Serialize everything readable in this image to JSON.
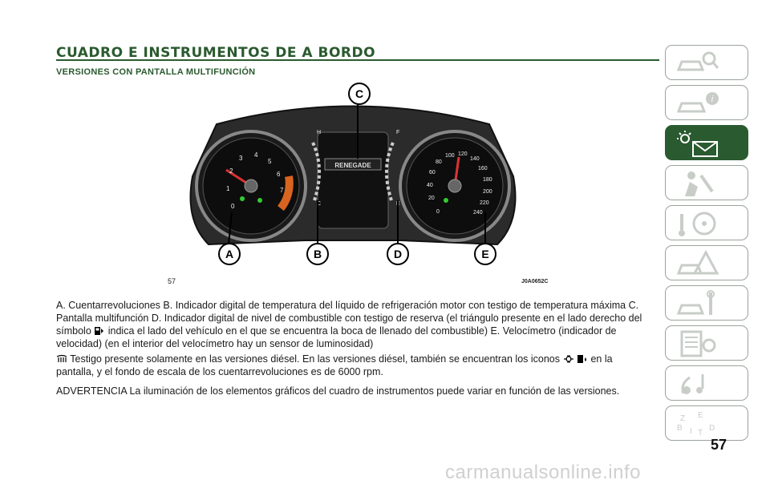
{
  "header": {
    "title": "CUADRO E INSTRUMENTOS DE A BORDO",
    "subtitle": "VERSIONES CON PANTALLA MULTIFUNCIÓN"
  },
  "figure": {
    "number": "57",
    "code": "J0A0652C",
    "callouts": [
      "A",
      "B",
      "C",
      "D",
      "E"
    ],
    "tach_labels": [
      "0",
      "1",
      "2",
      "3",
      "4",
      "5",
      "6",
      "7"
    ],
    "speed_labels": [
      "0",
      "20",
      "40",
      "60",
      "80",
      "100",
      "120",
      "140",
      "160",
      "180",
      "200",
      "220",
      "240"
    ],
    "display_text": "RENEGADE",
    "temp_h": "H",
    "temp_c": "C",
    "fuel_f": "F",
    "fuel_e": "E"
  },
  "body": {
    "p1_part1": "A. Cuentarrevoluciones B. Indicador digital de temperatura del líquido de refrigeración motor con testigo de temperatura máxima C. Pantalla multifunción D. Indicador digital de nivel de combustible con testigo de reserva (el triángulo presente en el lado derecho del símbolo",
    "p1_part2": "indica el lado del vehículo en el que se encuentra la boca de llenado del combustible) E. Velocímetro (indicador de velocidad) (en el interior del velocímetro hay un sensor de luminosidad)",
    "p2_part1": "Testigo presente solamente en las versiones diésel. En las versiones diésel, también se encuentran los iconos",
    "p2_part2": "en la pantalla, y el fondo de escala de los cuentarrevoluciones es de 6000 rpm.",
    "p3": "ADVERTENCIA La iluminación de los elementos gráficos del cuadro de instrumentos puede variar en función de las versiones."
  },
  "page_number": "57",
  "watermark": "carmanualsonline.info",
  "colors": {
    "accent": "#2a5a2f",
    "tab_border": "#9aa39a"
  },
  "sidebar_icons": [
    "car-search-icon",
    "car-info-icon",
    "warning-light-message-icon",
    "airbag-seat-icon",
    "steering-key-icon",
    "car-crash-icon",
    "car-service-icon",
    "settings-list-icon",
    "multimedia-icon",
    "alphabet-index-icon"
  ]
}
